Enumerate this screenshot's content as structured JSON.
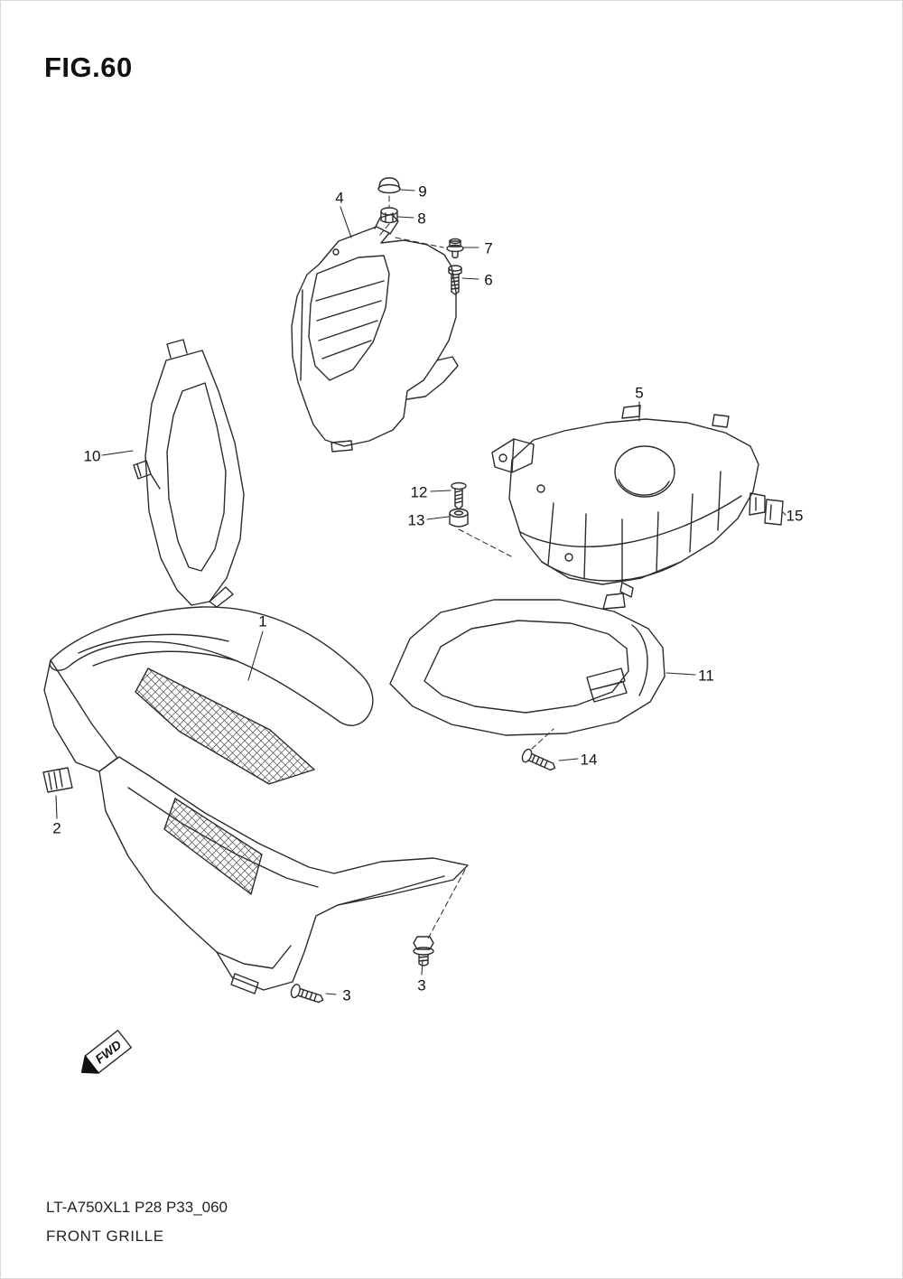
{
  "page": {
    "title": "FIG.60",
    "doc_code": "LT-A750XL1 P28 P33_060",
    "caption": "FRONT GRILLE",
    "fwd_label": "FWD"
  },
  "callouts": [
    {
      "label": "4"
    },
    {
      "label": "9"
    },
    {
      "label": "8"
    },
    {
      "label": "7"
    },
    {
      "label": "6"
    },
    {
      "label": "10"
    },
    {
      "label": "5"
    },
    {
      "label": "12"
    },
    {
      "label": "13"
    },
    {
      "label": "15"
    },
    {
      "label": "1"
    },
    {
      "label": "11"
    },
    {
      "label": "14"
    },
    {
      "label": "2"
    },
    {
      "label": "3"
    },
    {
      "label": "3"
    }
  ]
}
